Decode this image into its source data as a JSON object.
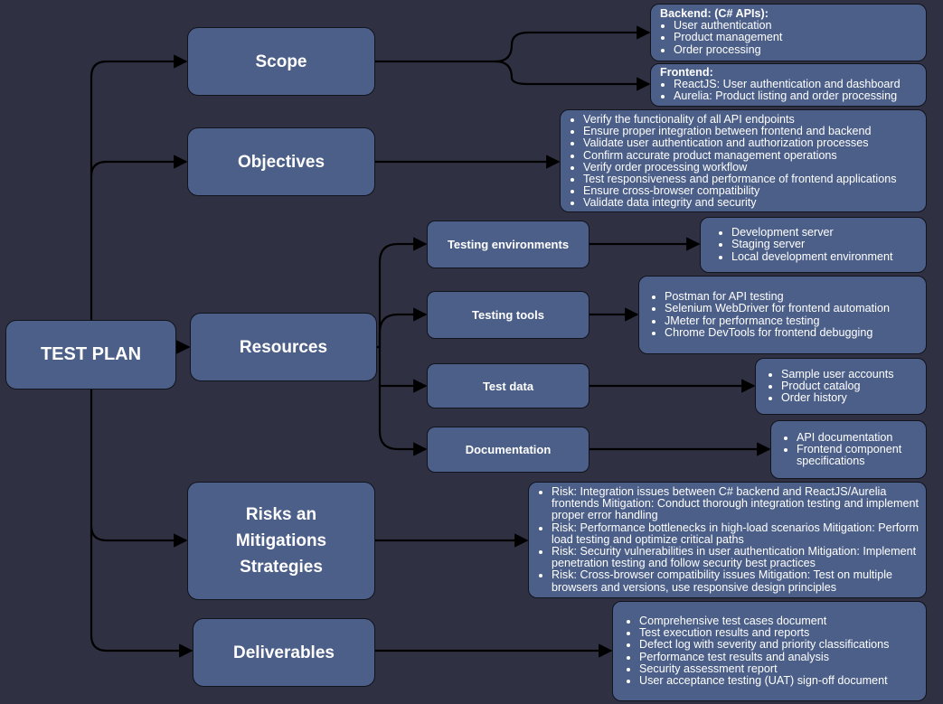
{
  "root": {
    "label": "TEST PLAN"
  },
  "scope": {
    "label": "Scope",
    "backend": {
      "heading": "Backend: (C# APIs):",
      "items": [
        "User authentication",
        "Product management",
        "Order processing"
      ]
    },
    "frontend": {
      "heading": "Frontend:",
      "items": [
        "ReactJS: User authentication and dashboard",
        "Aurelia: Product listing and order processing"
      ]
    }
  },
  "objectives": {
    "label": "Objectives",
    "items": [
      "Verify the functionality of all API endpoints",
      "Ensure proper integration between frontend and backend",
      "Validate user authentication and authorization processes",
      "Confirm accurate product management operations",
      "Verify order processing workflow",
      "Test responsiveness and performance of frontend applications",
      "Ensure cross-browser compatibility",
      "Validate data integrity and security"
    ]
  },
  "resources": {
    "label": "Resources",
    "testing_environments": {
      "label": "Testing environments",
      "items": [
        "Development server",
        "Staging server",
        "Local development environment"
      ]
    },
    "testing_tools": {
      "label": "Testing tools",
      "items": [
        "Postman for API testing",
        "Selenium WebDriver for frontend automation",
        "JMeter for performance testing",
        "Chrome DevTools for frontend debugging"
      ]
    },
    "test_data": {
      "label": "Test data",
      "items": [
        "Sample user accounts",
        "Product catalog",
        "Order history"
      ]
    },
    "documentation": {
      "label": "Documentation",
      "items": [
        "API documentation",
        "Frontend component specifications"
      ]
    }
  },
  "risks": {
    "label": "Risks an\nMitigations\nStrategies",
    "items": [
      "Risk: Integration issues between C# backend and ReactJS/Aurelia frontends Mitigation: Conduct thorough integration testing and implement proper error handling",
      "Risk: Performance bottlenecks in high-load scenarios Mitigation: Perform load testing and optimize critical paths",
      "Risk: Security vulnerabilities in user authentication Mitigation: Implement penetration testing and follow security best practices",
      "Risk: Cross-browser compatibility issues Mitigation: Test on multiple browsers and versions, use responsive design principles"
    ]
  },
  "deliverables": {
    "label": "Deliverables",
    "items": [
      "Comprehensive test cases document",
      "Test execution results and reports",
      "Defect log with severity and priority classifications",
      "Performance test results and analysis",
      "Security assessment report",
      "User acceptance testing (UAT) sign-off document"
    ]
  },
  "colors": {
    "background": "#2f3042",
    "node_fill": "#4c5f88",
    "node_border": "#11131d",
    "text": "#ffffff",
    "connector": "#000000"
  }
}
